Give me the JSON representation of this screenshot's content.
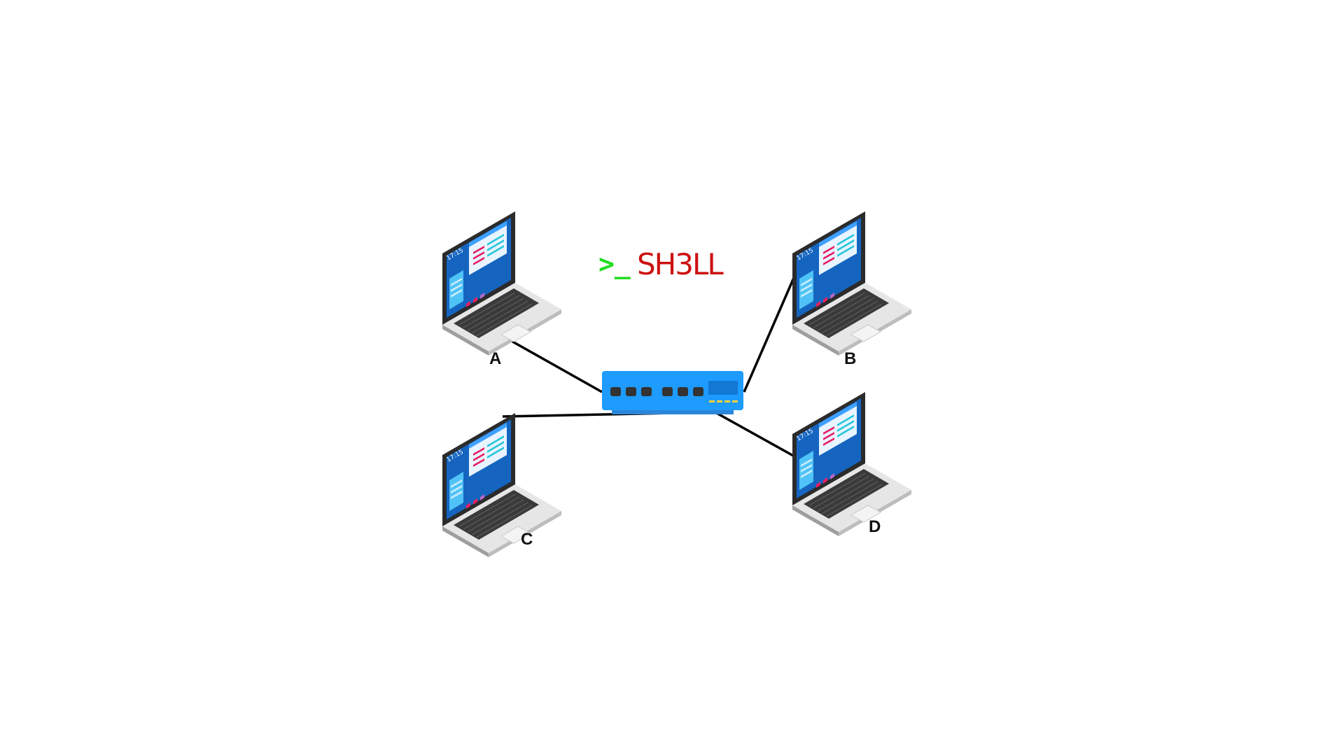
{
  "logo": {
    "prompt": ">_",
    "word": "SH3LL",
    "prompt_color": "#22dd22",
    "word_color": "#cc1111"
  },
  "laptop": {
    "clock": "17:15",
    "screen_color": "#1565c0",
    "body_color": "#e6e6e6"
  },
  "switch": {
    "body_color": "#1e9bff",
    "port_color": "#333333",
    "led_color": "#ffd23f"
  },
  "nodes": [
    {
      "id": "a",
      "label": "A"
    },
    {
      "id": "b",
      "label": "B"
    },
    {
      "id": "c",
      "label": "C"
    },
    {
      "id": "d",
      "label": "D"
    }
  ]
}
